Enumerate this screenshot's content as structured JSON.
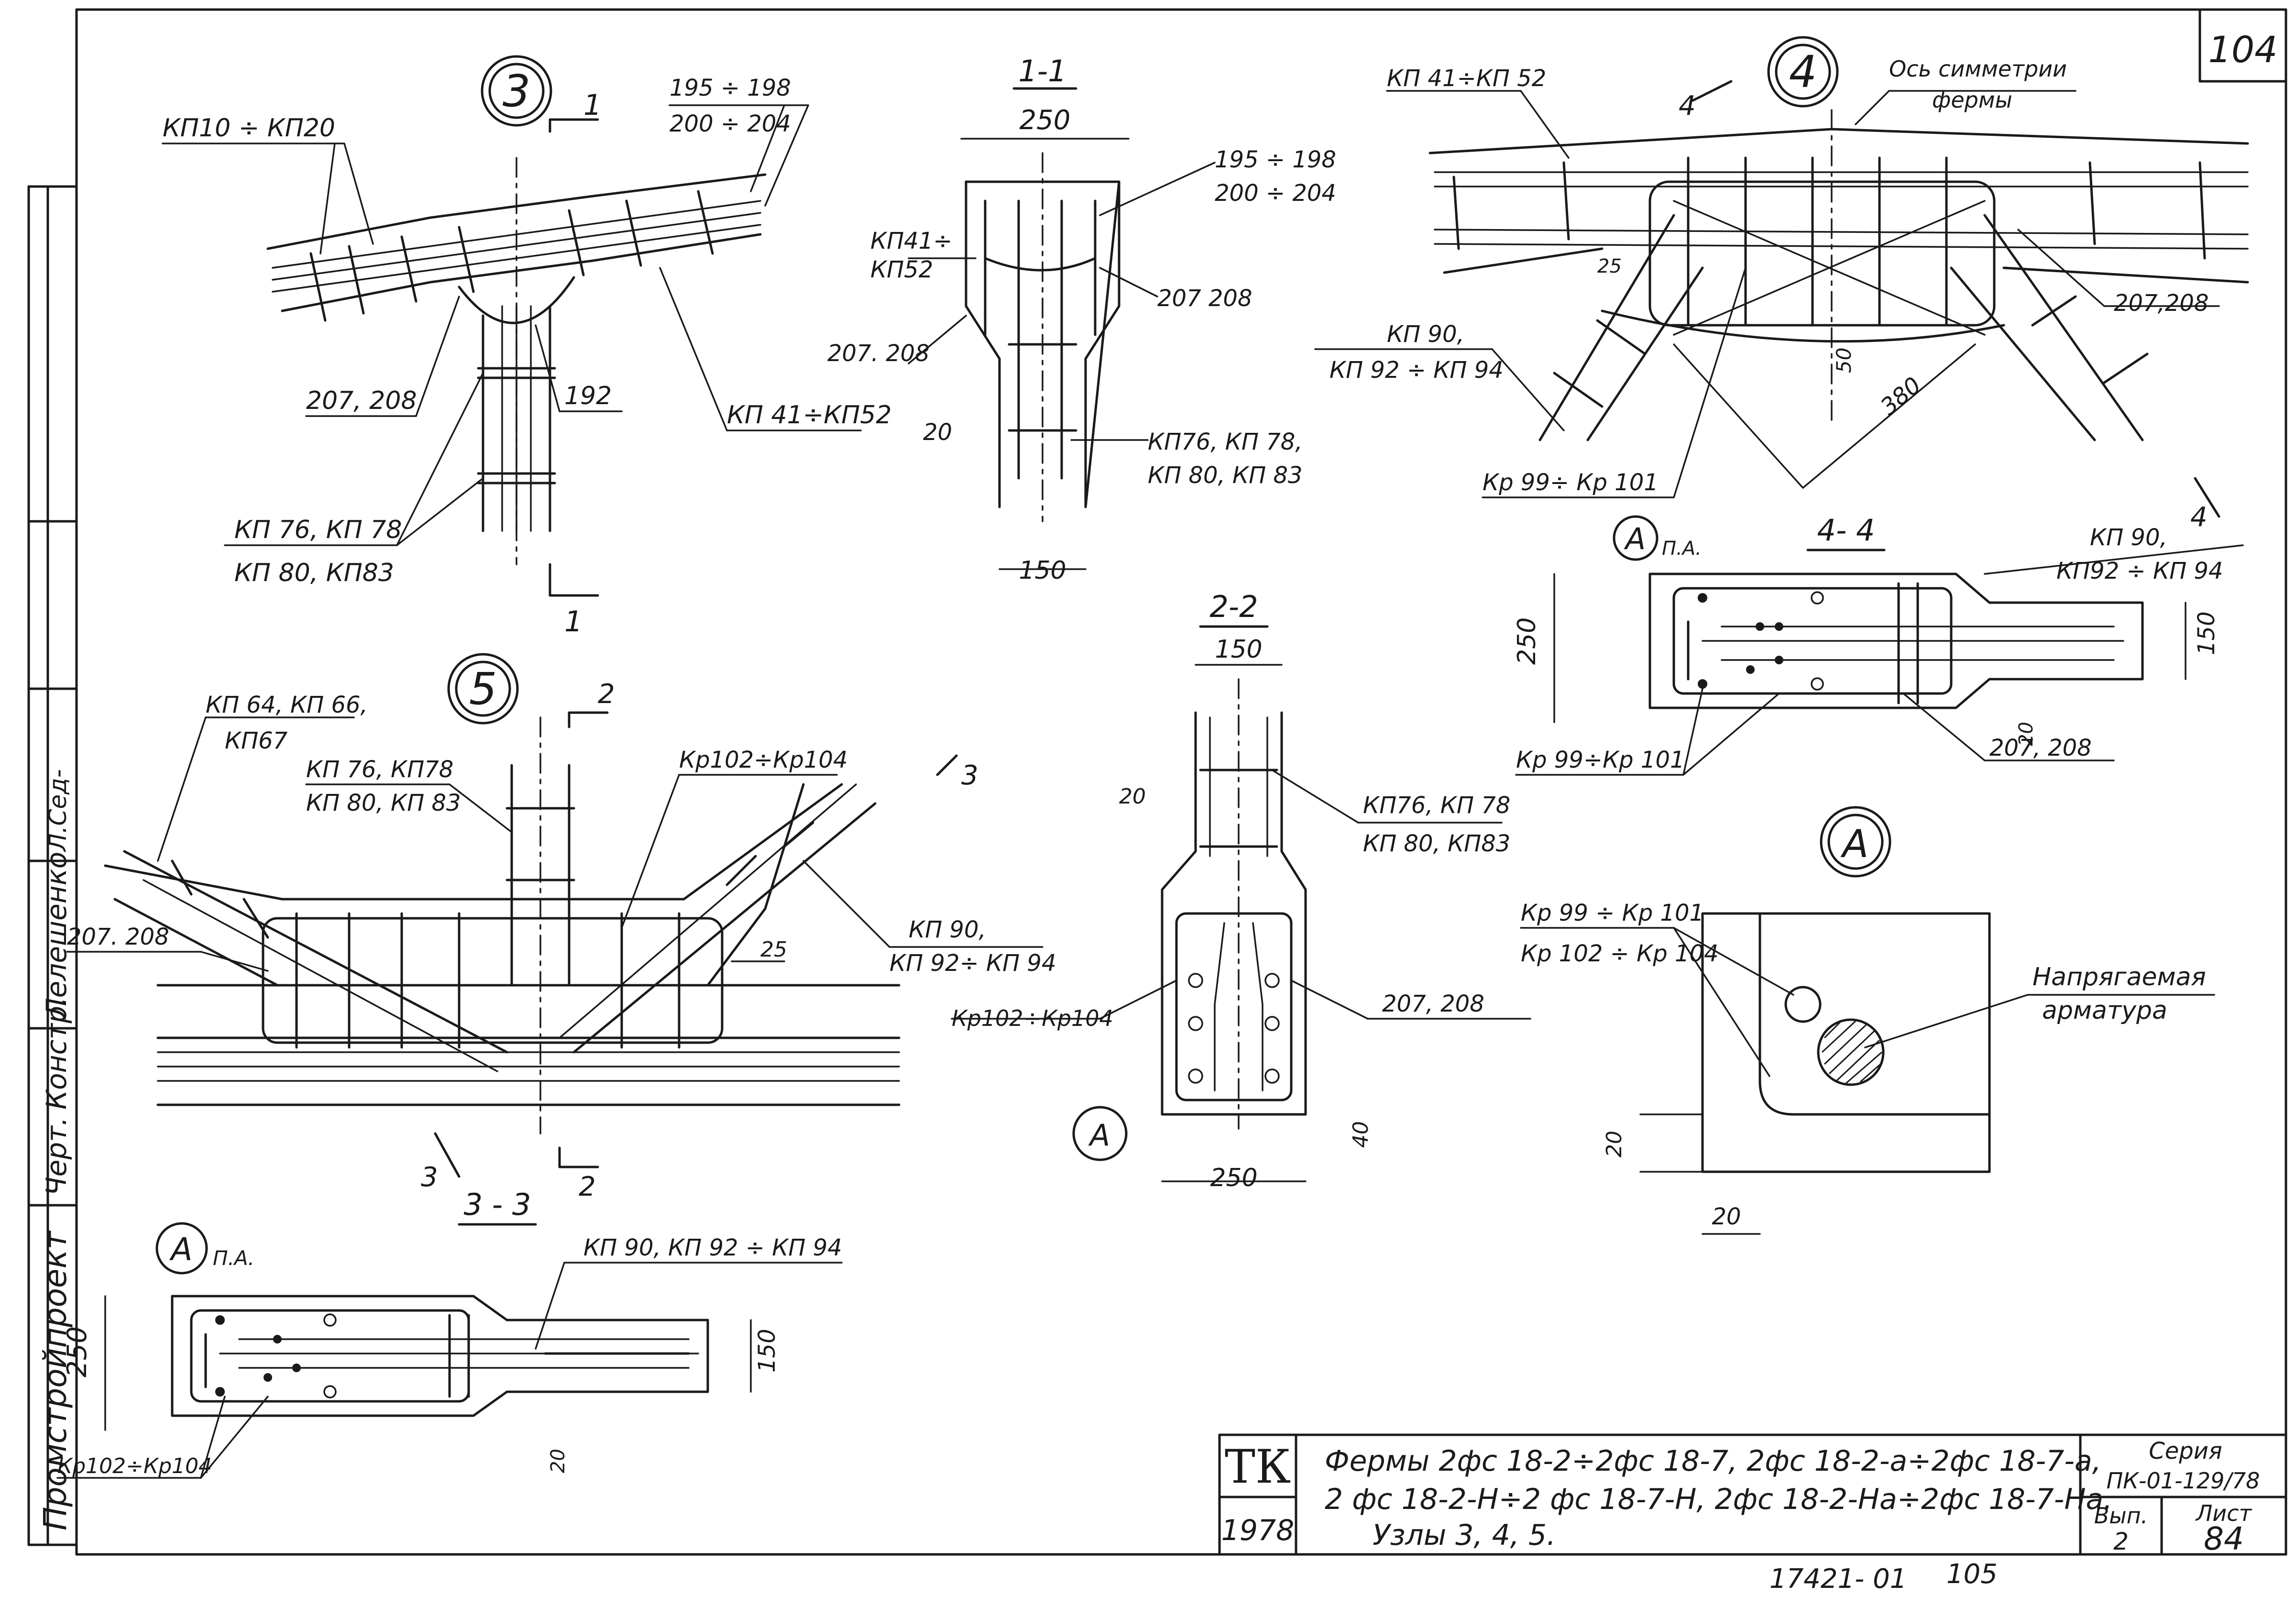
{
  "sheet": {
    "page_number": "104",
    "bottom_number_left": "17421- 01",
    "bottom_number_right": "105"
  },
  "side_stamp": {
    "org": "Промстройпроект",
    "role": "Черт.",
    "role2": "Констр.",
    "name": "Лелешенко",
    "signature": "Л.Сед-"
  },
  "title_block": {
    "org_code": "ТК",
    "year": "1978",
    "title_line1": "Фермы 2фс 18-2÷2фс 18-7, 2фс 18-2-а÷2фс 18-7-а,",
    "title_line2": "2 фс 18-2-Н÷2 фс 18-7-Н, 2фс 18-2-На÷2фс 18-7-На.",
    "title_line3": "Узлы 3, 4, 5.",
    "series_label": "Серия",
    "series_value": "ПК-01-129/78",
    "issue_label": "Вып.",
    "issue_value": "2",
    "sheet_label": "Лист",
    "sheet_value": "84"
  },
  "node3": {
    "number": "3",
    "labels": {
      "kp10_20": "КП10 ÷ КП20",
      "p195": "195 ÷ 198",
      "p200": "200 ÷ 204",
      "p207": "207, 208",
      "p192": "192",
      "kp41": "КП 41÷КП52",
      "kp76a": "КП 76, КП 78",
      "kp80a": "КП 80, КП83"
    },
    "cut_mark": "1"
  },
  "section11": {
    "title": "1-1",
    "labels": {
      "w250": "250",
      "w150": "150",
      "d20": "20",
      "kp41": "КП41÷",
      "kp52": "КП52",
      "p207": "207. 208",
      "p195": "195 ÷ 198",
      "p200": "200 ÷ 204",
      "p207b": "207  208",
      "kp76": "КП76, КП 78,",
      "kp80": "КП 80, КП 83"
    }
  },
  "node4": {
    "number": "4",
    "labels": {
      "kp41": "КП 41÷КП 52",
      "axis1": "Ось симметрии",
      "axis2": "фермы",
      "p207": "207,208",
      "d25": "25",
      "kp90": "КП 90,",
      "kp92": "КП 92 ÷ КП 94",
      "d50": "50",
      "d380": "380",
      "kp99": "Кр 99÷ Кр 101"
    },
    "cut_mark": "4"
  },
  "section44": {
    "title": "4- 4",
    "mark": "А",
    "mark_note": "П.А.",
    "labels": {
      "h250": "250",
      "h150": "150",
      "d20": "20",
      "kp90": "КП 90,",
      "kp92": "КП92 ÷ КП 94",
      "kp99": "Кр 99÷Кр 101",
      "p207": "207, 208"
    }
  },
  "node5": {
    "number": "5",
    "labels": {
      "kp64": "КП 64, КП 66,",
      "kp67": "КП67",
      "kp76": "КП 76, КП78",
      "kp80": "КП 80, КП 83",
      "kp102": "Кр102÷Кр104",
      "p207": "207. 208",
      "d25": "25",
      "kp90": "КП 90,",
      "kp92": "КП 92÷ КП 94"
    },
    "cut_mark_2": "2",
    "cut_mark_3": "3",
    "section_label": "3 - 3"
  },
  "section22": {
    "title": "2-2",
    "mark": "А",
    "labels": {
      "w150": "150",
      "w250": "250",
      "d20": "20",
      "d40": "40",
      "kp76": "КП76, КП 78",
      "kp80": "КП 80, КП83",
      "p207": "207, 208",
      "kp102": "Кр102÷Кр104"
    }
  },
  "detailA": {
    "mark": "А",
    "labels": {
      "kp99": "Кр 99 ÷ Кр 101",
      "kp102": "Кр 102 ÷ Кр 104",
      "tendon1": "Напрягаемая",
      "tendon2": "арматура",
      "d20v": "20",
      "d20h": "20"
    }
  },
  "sectionA": {
    "mark": "А",
    "mark_note": "П.А.",
    "labels": {
      "kp90": "КП 90, КП 92 ÷ КП 94",
      "h250": "250",
      "h150": "150",
      "d20": "20",
      "kp102": "Кр102÷Кр104"
    }
  }
}
